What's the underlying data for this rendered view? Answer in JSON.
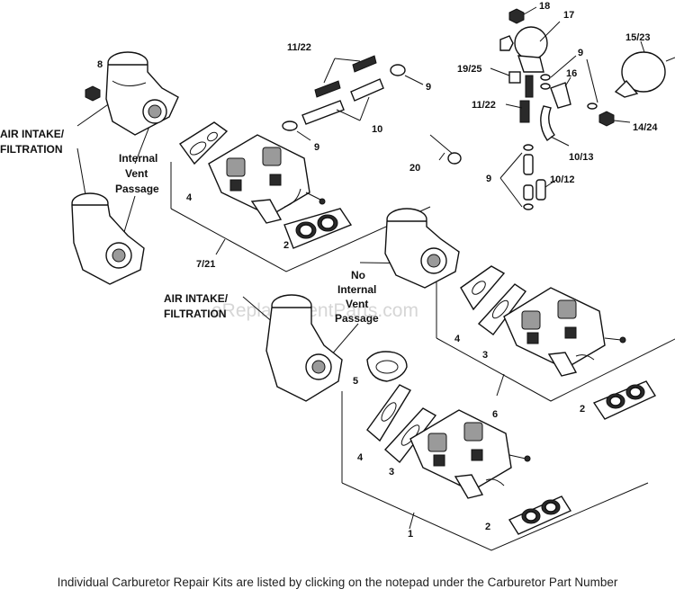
{
  "callouts": {
    "c8": "8",
    "c11_22_top": "11/22",
    "c9_a": "9",
    "c10": "10",
    "c9_b": "9",
    "c20": "20",
    "c18": "18",
    "c17": "17",
    "c15_23": "15/23",
    "c19_25": "19/25",
    "c9_c": "9",
    "c16": "16",
    "c11_22_right": "11/22",
    "c14_24": "14/24",
    "c10_13": "10/13",
    "c9_d": "9",
    "c10_12": "10/12",
    "c4_top": "4",
    "c2_top": "2",
    "c7_21": "7/21",
    "c4_right": "4",
    "c3_right": "3",
    "c6": "6",
    "c2_right": "2",
    "c5": "5",
    "c4_bottom": "4",
    "c3_bottom": "3",
    "c2_bottom": "2",
    "c1": "1"
  },
  "labels": {
    "air_intake_top_1": "AIR INTAKE/",
    "air_intake_top_2": "FILTRATION",
    "internal_vent_1": "Internal",
    "internal_vent_2": "Vent",
    "internal_vent_3": "Passage",
    "no_vent_1": "No",
    "no_vent_2": "Internal",
    "no_vent_3": "Vent",
    "no_vent_4": "Passage",
    "air_intake_mid_1": "AIR INTAKE/",
    "air_intake_mid_2": "FILTRATION"
  },
  "watermark": "eReplacementParts.com",
  "footer": "Individual Carburetor Repair Kits are listed by clicking on the notepad under the Carburetor Part Number"
}
